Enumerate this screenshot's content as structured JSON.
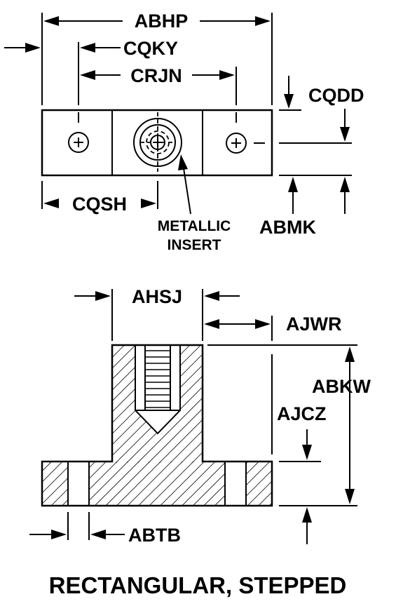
{
  "labels": {
    "abhp": "ABHP",
    "cqky": "CQKY",
    "crjn": "CRJN",
    "cqdd": "CQDD",
    "cqsh": "CQSH",
    "metallic_insert_line1": "METALLIC",
    "metallic_insert_line2": "INSERT",
    "abmk": "ABMK",
    "ahsj": "AHSJ",
    "ajwr": "AJWR",
    "abkw": "ABKW",
    "ajcz": "AJCZ",
    "abtb": "ABTB"
  },
  "caption": "RECTANGULAR, STEPPED"
}
